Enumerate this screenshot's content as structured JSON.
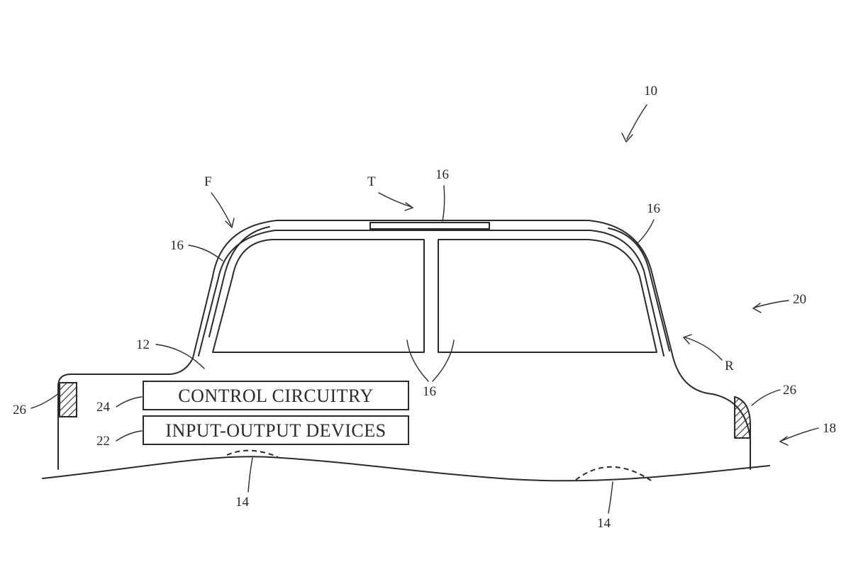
{
  "diagram": {
    "labels": {
      "system": "10",
      "body": "12",
      "wheel_front": "14",
      "wheel_rear": "14",
      "window_top": "16",
      "window_front": "16",
      "window_rear": "16",
      "window_sides": "16",
      "ground": "18",
      "interior": "20",
      "io_devices": "22",
      "control": "24",
      "light_front": "26",
      "light_rear": "26",
      "front": "F",
      "top": "T",
      "rear": "R"
    },
    "boxes": {
      "control_circuitry": "CONTROL CIRCUITRY",
      "input_output_devices": "INPUT-OUTPUT DEVICES"
    }
  }
}
